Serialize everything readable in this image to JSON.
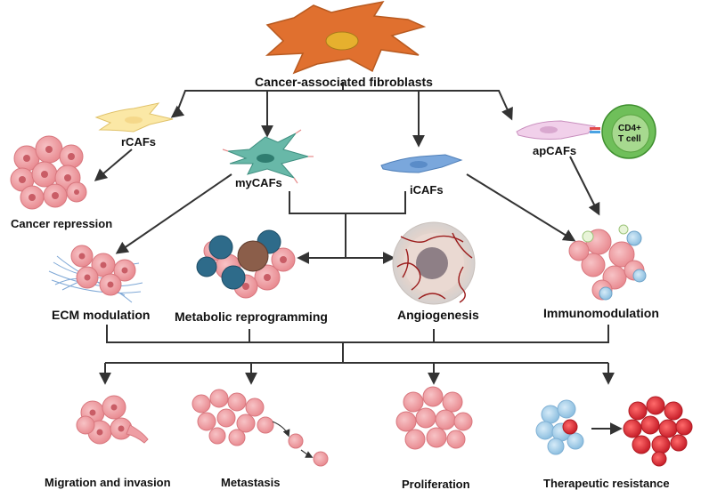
{
  "diagram": {
    "root": "Cancer-associated fibroblasts",
    "subtypes": {
      "rcafs": "rCAFs",
      "mycafs": "myCAFs",
      "icafs": "iCAFs",
      "apcafs": "apCAFs"
    },
    "t_cell": {
      "line1": "CD4+",
      "line2": "T cell"
    },
    "functions": {
      "cancer_repression": "Cancer repression",
      "ecm": "ECM modulation",
      "metabolic": "Metabolic reprogramming",
      "angiogenesis": "Angiogenesis",
      "immunomodulation": "Immunomodulation"
    },
    "outcomes": {
      "migration": "Migration and invasion",
      "metastasis": "Metastasis",
      "proliferation": "Proliferation",
      "resistance": "Therapeutic resistance"
    }
  },
  "colors": {
    "fibroblast": "#e0702f",
    "rcaf": "#fbe8a6",
    "mycaf": "#68b8a8",
    "icaf": "#7aa7dc",
    "apcaf": "#f1d0ea",
    "t_cell": "#6fbf5a",
    "tumor": "#f1a4a8",
    "resistant": "#e63a3a",
    "lines": "#333333"
  }
}
